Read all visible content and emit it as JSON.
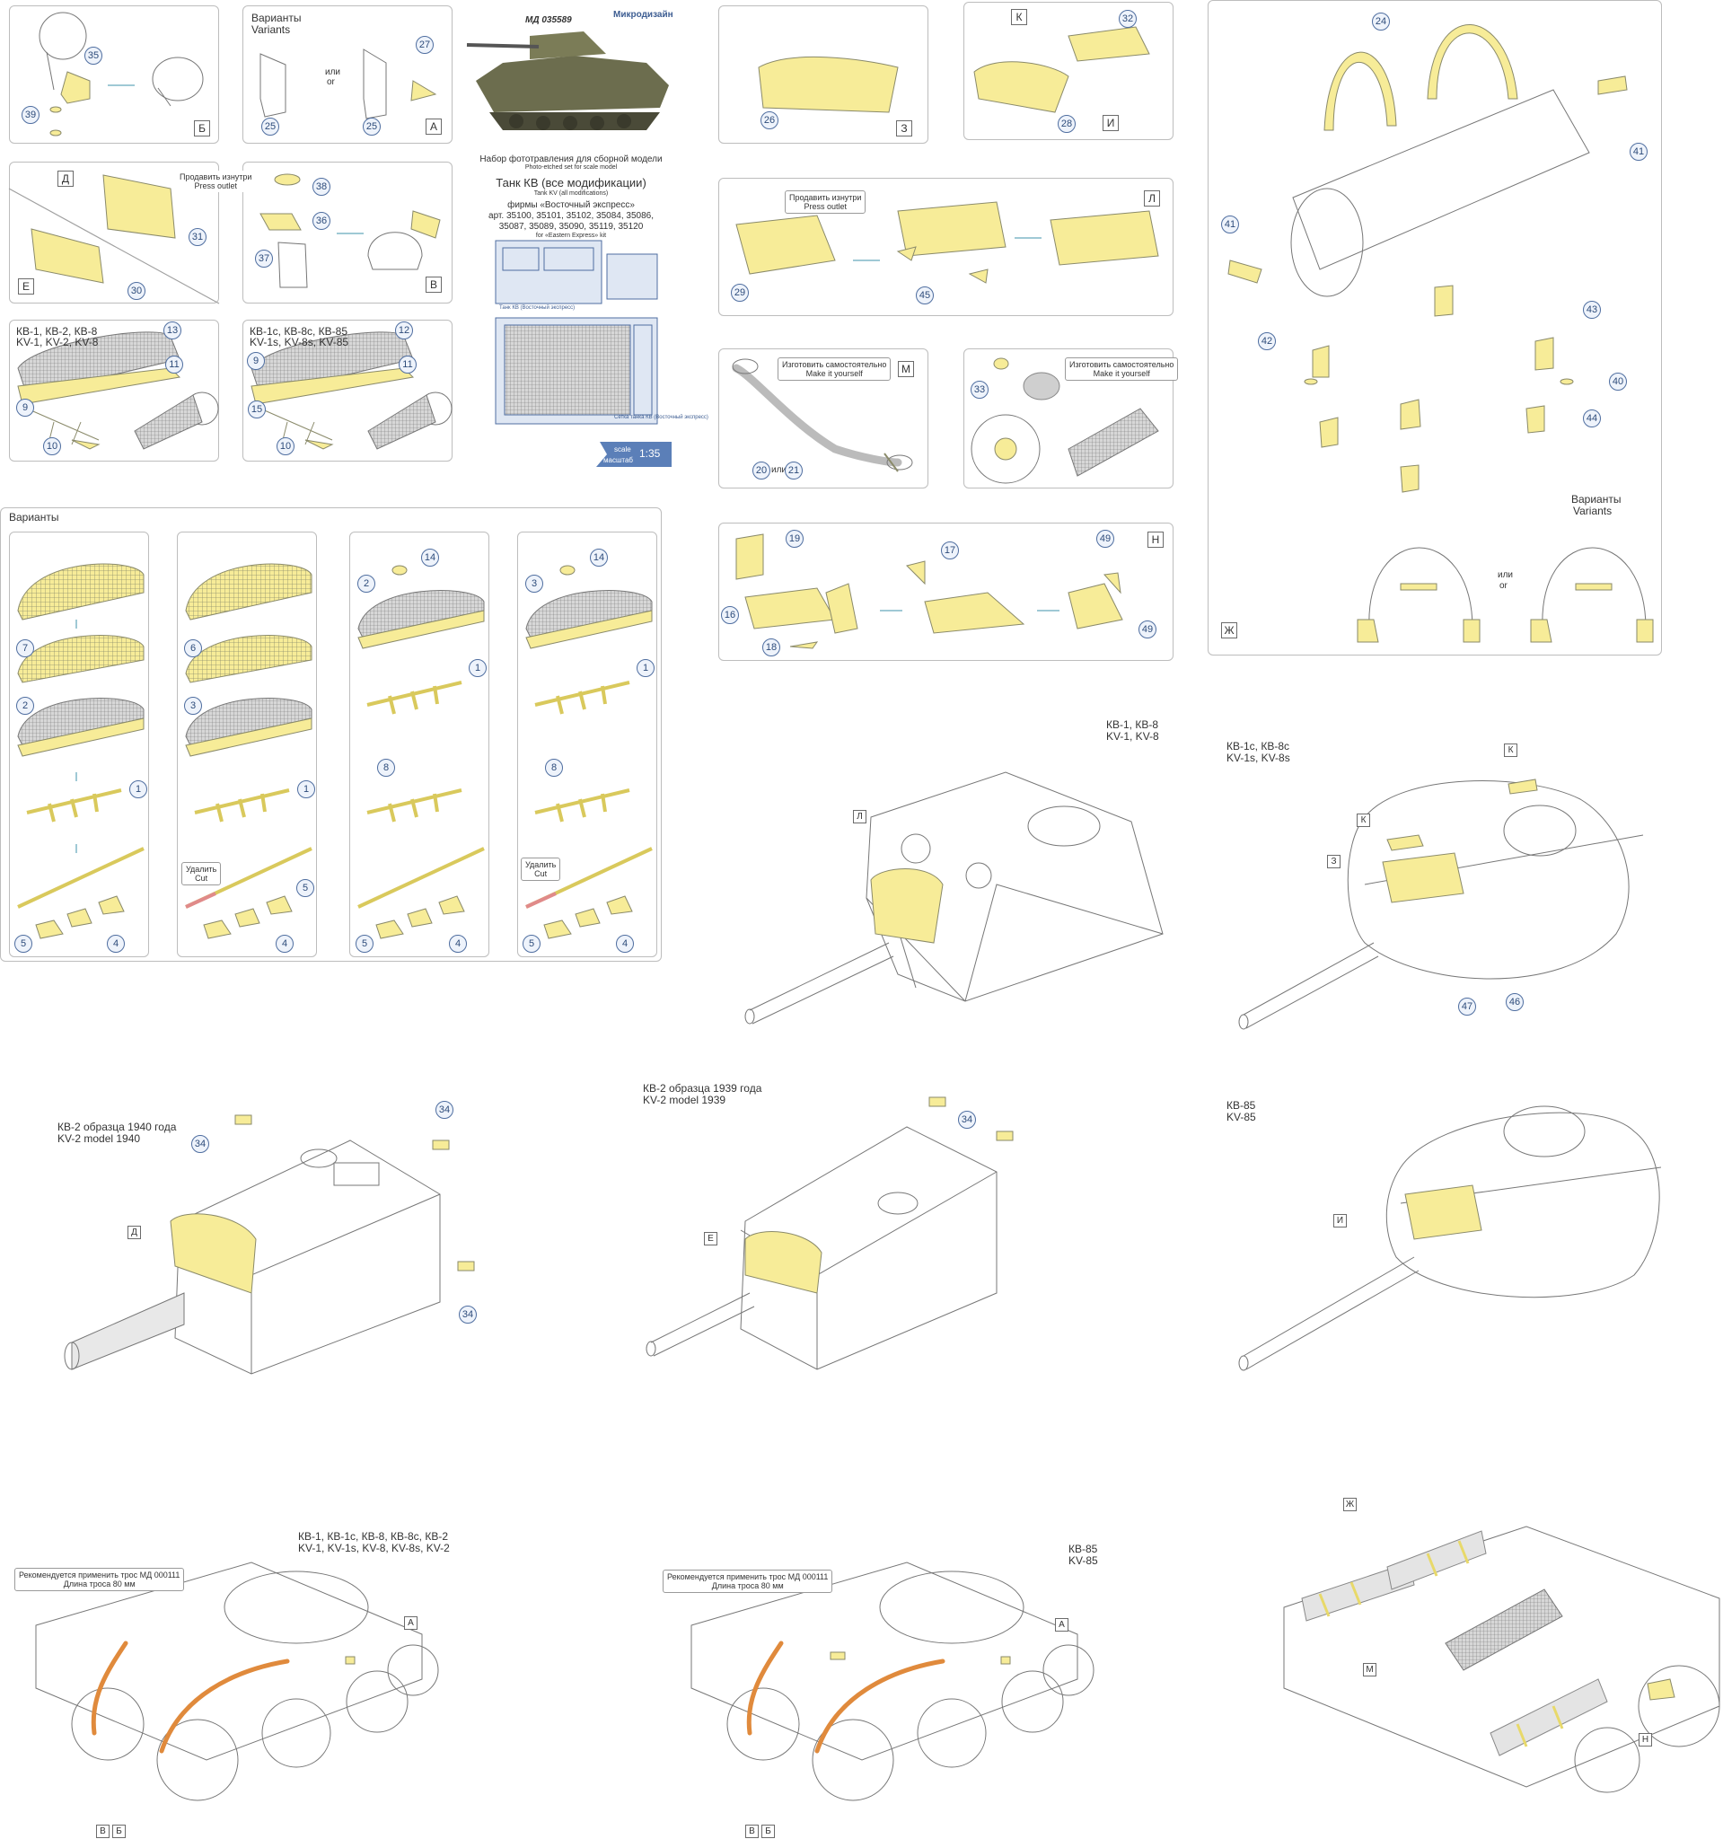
{
  "header": {
    "code": "МД 035589",
    "brand": "Микродизайн",
    "title_ru_1": "Набор фототравления для сборной модели",
    "title_en_1": "Photo-etched set for scale model",
    "title_ru_2": "Танк КВ (все модификации)",
    "title_en_2": "Tank KV (all modifications)",
    "maker_ru": "фирмы «Восточный экспресс»",
    "articles_1": "арт. 35100, 35101, 35102, 35084, 35086,",
    "articles_2": "35087, 35089, 35090, 35119, 35120",
    "maker_en": "for «Eastern Express» kit",
    "scale_en": "scale",
    "scale_ru": "масштаб",
    "scale": "1:35",
    "fret_label_1": "Танк КВ (Восточный экспресс)",
    "fret_label_2": "Сетка танка КВ (Восточный экспресс)"
  },
  "common": {
    "or_ru": "или",
    "or_en": "or",
    "variants_ru": "Варианты",
    "variants_en": "Variants",
    "press_ru": "Продавить изнутри",
    "press_en": "Press outlet",
    "make_ru": "Изготовить самостоятельно",
    "make_en": "Make it yourself",
    "cut_ru": "Удалить",
    "cut_en": "Cut",
    "rope_note_1": "Рекомендуется применить трос МД 000111",
    "rope_note_2": "Длина троса 80 мм"
  },
  "panels": {
    "b": {
      "letter": "Б",
      "parts": [
        "35",
        "39"
      ]
    },
    "a": {
      "letter": "А",
      "parts": [
        "27",
        "25",
        "25"
      ]
    },
    "d": {
      "letter": "Д",
      "parts": [
        "31",
        "30"
      ],
      "letter2": "Е"
    },
    "v": {
      "letter": "В",
      "parts": [
        "38",
        "36",
        "37"
      ]
    },
    "kv1": {
      "label_1": "КВ-1, КВ-2, КВ-8",
      "label_2": "KV-1, KV-2, KV-8",
      "parts": [
        "13",
        "11",
        "9",
        "10"
      ]
    },
    "kv1s": {
      "label_1": "КВ-1с, КВ-8с, КВ-85",
      "label_2": "KV-1s, KV-8s, KV-85",
      "parts": [
        "12",
        "11",
        "9",
        "15",
        "10"
      ]
    },
    "z": {
      "letter": "З",
      "parts": [
        "26"
      ]
    },
    "k": {
      "letter": "К",
      "letter2": "И",
      "parts": [
        "32",
        "28"
      ]
    },
    "l": {
      "letter": "Л",
      "parts": [
        "29",
        "45"
      ]
    },
    "m": {
      "letter": "М",
      "parts": [
        "20",
        "21"
      ]
    },
    "m2": {
      "parts": [
        "33"
      ]
    },
    "n": {
      "letter": "Н",
      "parts": [
        "19",
        "17",
        "49",
        "16",
        "18",
        "49"
      ]
    },
    "zh": {
      "letter": "Ж",
      "parts": [
        "24",
        "41",
        "41",
        "42",
        "43",
        "40",
        "44"
      ]
    },
    "variants_big": {
      "title": "Варианты",
      "col1": [
        "7",
        "2",
        "1",
        "5",
        "4"
      ],
      "col2": [
        "6",
        "3",
        "1",
        "5",
        "4"
      ],
      "col3": [
        "14",
        "2",
        "1",
        "8",
        "5",
        "4"
      ],
      "col4": [
        "14",
        "3",
        "1",
        "8",
        "5",
        "4"
      ]
    }
  },
  "turrets": {
    "kv1": {
      "label_1": "КВ-1, КВ-8",
      "label_2": "KV-1, KV-8",
      "letter": "Л"
    },
    "kv1s": {
      "label_1": "КВ-1с, КВ-8с",
      "label_2": "KV-1s, KV-8s",
      "letters": [
        "К",
        "К",
        "З"
      ],
      "parts": [
        "47",
        "46"
      ]
    },
    "kv2_1940": {
      "label_1": "КВ-2 образца 1940 года",
      "label_2": "KV-2 model 1940",
      "letter": "Д",
      "parts": [
        "34",
        "34",
        "34"
      ]
    },
    "kv2_1939": {
      "label_1": "КВ-2 образца 1939 года",
      "label_2": "KV-2 model 1939",
      "letter": "Е",
      "parts": [
        "34"
      ]
    },
    "kv85": {
      "label_1": "КВ-85",
      "label_2": "KV-85",
      "letter": "И"
    }
  },
  "hulls": {
    "h1": {
      "label_1": "КВ-1, КВ-1с, КВ-8, КВ-8с, КВ-2",
      "label_2": "KV-1, KV-1s, KV-8, KV-8s, KV-2",
      "letters": [
        "А",
        "В",
        "Б"
      ]
    },
    "h2": {
      "label_1": "КВ-85",
      "label_2": "KV-85",
      "letters": [
        "А",
        "В",
        "Б"
      ]
    },
    "h3": {
      "letters": [
        "Ж",
        "М",
        "Н"
      ]
    }
  },
  "colors": {
    "brass": "#f7ec98",
    "rope": "#e08a3c",
    "badge": "#4f6ea0",
    "scale_tag": "#5b7fb8"
  }
}
